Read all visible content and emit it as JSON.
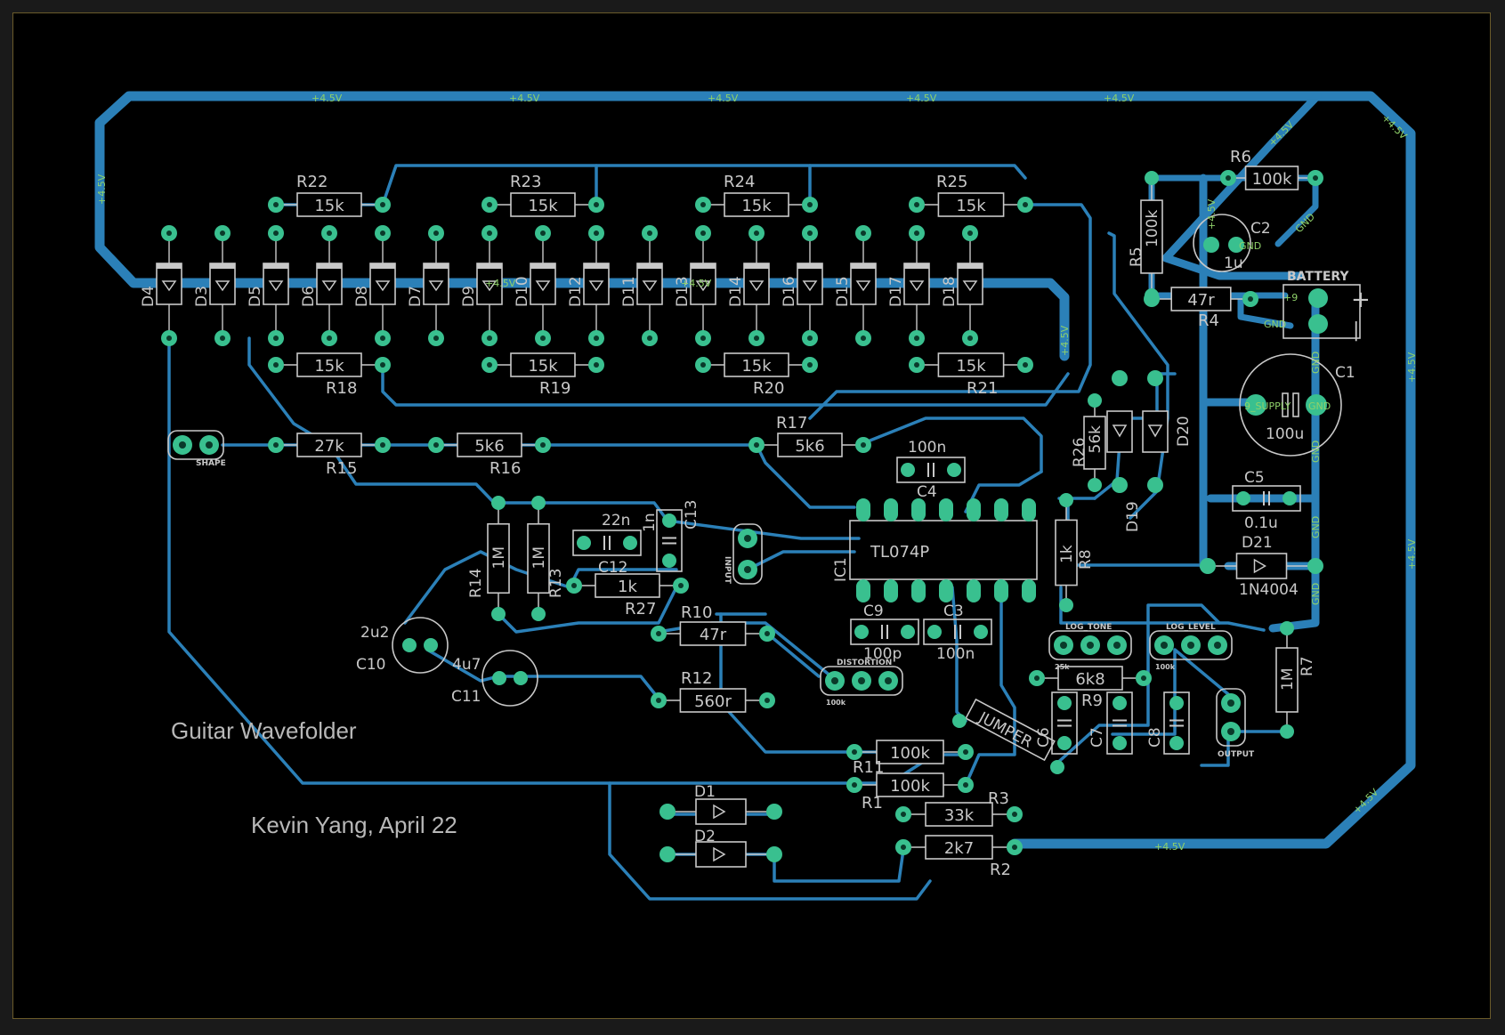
{
  "board": {
    "title_text": "Guitar Wavefolder",
    "author_text": "Kevin Yang, April 22"
  },
  "nets": {
    "vcc": "+4.5V",
    "gnd": "GND",
    "supply": "9_SUPPLY",
    "supply_v": "+9"
  },
  "colors": {
    "background": "#000000",
    "trace": "#2b80b8",
    "pad": "#39c08f",
    "silkscreen": "#c8c8c8",
    "net_label": "#8fd16a"
  },
  "components": {
    "R22": {
      "ref": "R22",
      "value": "15k"
    },
    "R23": {
      "ref": "R23",
      "value": "15k"
    },
    "R24": {
      "ref": "R24",
      "value": "15k"
    },
    "R25": {
      "ref": "R25",
      "value": "15k"
    },
    "R18": {
      "ref": "R18",
      "value": "15k"
    },
    "R19": {
      "ref": "R19",
      "value": "15k"
    },
    "R20": {
      "ref": "R20",
      "value": "15k"
    },
    "R21": {
      "ref": "R21",
      "value": "15k"
    },
    "R15": {
      "ref": "R15",
      "value": "27k"
    },
    "R16": {
      "ref": "R16",
      "value": "5k6"
    },
    "R17": {
      "ref": "R17",
      "value": "5k6"
    },
    "R14": {
      "ref": "R14",
      "value": "1M"
    },
    "R13": {
      "ref": "R13",
      "value": "1M"
    },
    "R27": {
      "ref": "R27",
      "value": "1k"
    },
    "R10": {
      "ref": "R10",
      "value": "47r"
    },
    "R12": {
      "ref": "R12",
      "value": "560r"
    },
    "R11": {
      "ref": "R11",
      "value": "100k"
    },
    "R1": {
      "ref": "R1",
      "value": "100k"
    },
    "R3": {
      "ref": "R3",
      "value": "33k"
    },
    "R2": {
      "ref": "R2",
      "value": "2k7"
    },
    "R26": {
      "ref": "R26",
      "value": "56k"
    },
    "R8": {
      "ref": "R8",
      "value": "1k"
    },
    "R9": {
      "ref": "R9",
      "value": "6k8"
    },
    "R7": {
      "ref": "R7",
      "value": "1M"
    },
    "R6": {
      "ref": "R6",
      "value": "100k"
    },
    "R5": {
      "ref": "R5",
      "value": "100k"
    },
    "R4": {
      "ref": "R4",
      "value": "47r"
    },
    "C1": {
      "ref": "C1",
      "value": "100u"
    },
    "C2": {
      "ref": "C2",
      "value": "1u"
    },
    "C3": {
      "ref": "C3",
      "value": "100n"
    },
    "C4": {
      "ref": "C4",
      "value": "100n"
    },
    "C5": {
      "ref": "C5",
      "value": "0.1u"
    },
    "C6": {
      "ref": "C6",
      "value": ""
    },
    "C7": {
      "ref": "C7",
      "value": ""
    },
    "C8": {
      "ref": "C8",
      "value": ""
    },
    "C9": {
      "ref": "C9",
      "value": "100p"
    },
    "C10": {
      "ref": "C10",
      "value": "2u2"
    },
    "C11": {
      "ref": "C11",
      "value": "4u7"
    },
    "C12": {
      "ref": "C12",
      "value": "22n"
    },
    "C13": {
      "ref": "C13",
      "value": "1n"
    },
    "IC1": {
      "ref": "IC1",
      "value": "TL074P"
    },
    "D21": {
      "ref": "D21",
      "value": "1N4004"
    },
    "D1": {
      "ref": "D1"
    },
    "D2": {
      "ref": "D2"
    },
    "D3": {
      "ref": "D3"
    },
    "D4": {
      "ref": "D4"
    },
    "D5": {
      "ref": "D5"
    },
    "D6": {
      "ref": "D6"
    },
    "D7": {
      "ref": "D7"
    },
    "D8": {
      "ref": "D8"
    },
    "D9": {
      "ref": "D9"
    },
    "D10": {
      "ref": "D10"
    },
    "D11": {
      "ref": "D11"
    },
    "D12": {
      "ref": "D12"
    },
    "D13": {
      "ref": "D13"
    },
    "D14": {
      "ref": "D14"
    },
    "D15": {
      "ref": "D15"
    },
    "D16": {
      "ref": "D16"
    },
    "D17": {
      "ref": "D17"
    },
    "D18": {
      "ref": "D18"
    },
    "D19": {
      "ref": "D19"
    },
    "D20": {
      "ref": "D20"
    },
    "JUMPER": {
      "ref": "JUMPER"
    }
  },
  "connectors": {
    "shape": "SHAPE",
    "input": "INPUT",
    "distortion": "DISTORTION",
    "log_tone": "LOG_TONE",
    "log_level": "LOG_LEVEL",
    "output": "OUTPUT",
    "battery": "BATTERY",
    "pot_val_1": "25k",
    "pot_val_2": "100k"
  }
}
